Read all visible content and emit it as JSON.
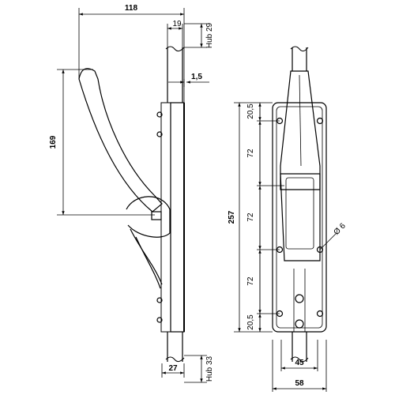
{
  "side_view": {
    "width_overall": "118",
    "top_width": "19",
    "stroke_top": "Hub 29",
    "plate_offset": "1,5",
    "lever_height": "169",
    "bottom_width": "27",
    "stroke_bottom": "Hub 33"
  },
  "front_view": {
    "total_height": "257",
    "seg_top": "20,5",
    "seg_1": "72",
    "seg_2": "72",
    "seg_3": "72",
    "seg_bottom": "20,5",
    "hole_dia": "Ø 6",
    "inner_width": "45",
    "plate_width": "58"
  },
  "colors": {
    "line": "#000000",
    "background": "#ffffff"
  }
}
